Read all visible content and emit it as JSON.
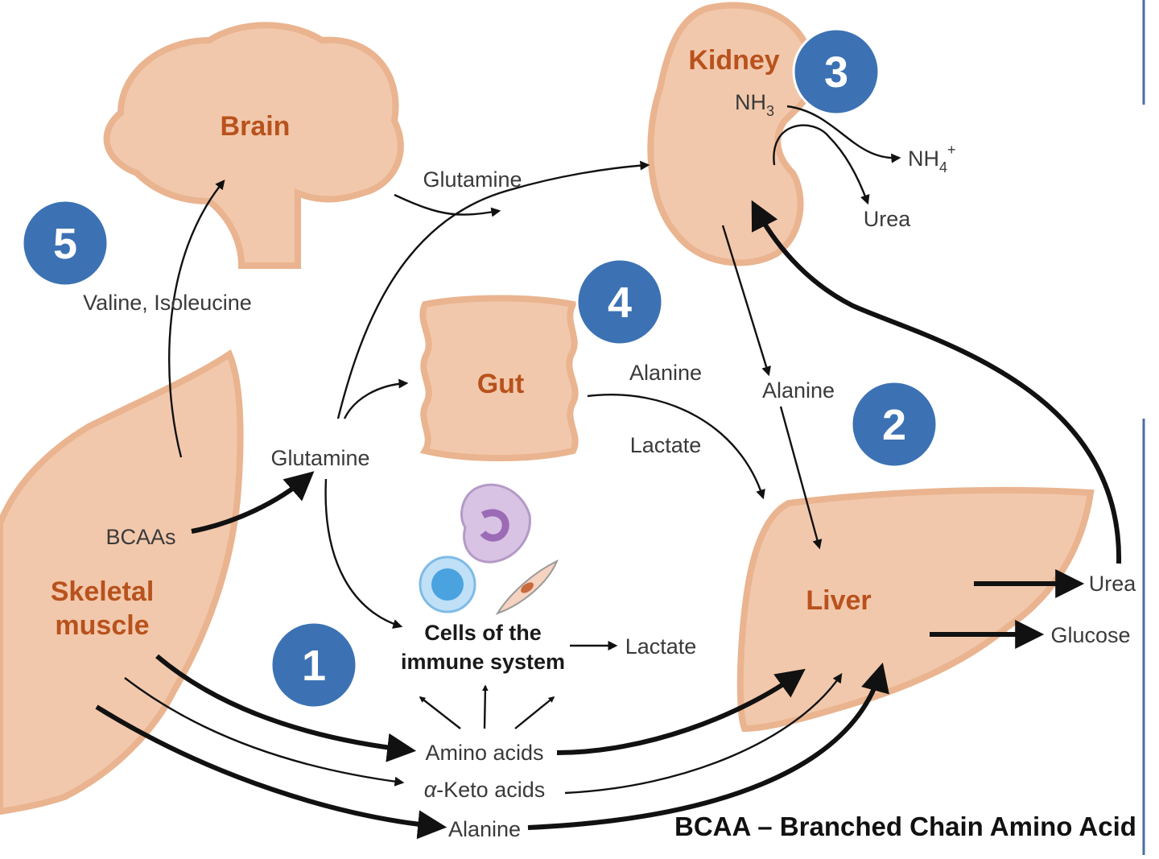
{
  "organs": {
    "brain": "Brain",
    "kidney": "Kidney",
    "gut": "Gut",
    "liver": "Liver",
    "muscle_line1": "Skeletal",
    "muscle_line2": "muscle"
  },
  "labels": {
    "glutamine_top": "Glutamine",
    "glutamine_mid": "Glutamine",
    "valine_isoleucine": "Valine, Isoleucine",
    "bcaas": "BCAAs",
    "nh3": "NH",
    "nh3_sub": "3",
    "nh4": "NH",
    "nh4_sub": "4",
    "nh4_sup": "+",
    "urea_kidney": "Urea",
    "alanine_gut": "Alanine",
    "lactate_gut": "Lactate",
    "alanine_kidney": "Alanine",
    "immune_line1": "Cells of the",
    "immune_line2": "immune system",
    "lactate_immune": "Lactate",
    "urea_liver": "Urea",
    "glucose": "Glucose",
    "amino_acids": "Amino acids",
    "alpha": "α",
    "keto_acids": "-Keto acids",
    "alanine_bottom": "Alanine"
  },
  "badges": [
    "1",
    "2",
    "3",
    "4",
    "5"
  ],
  "caption": "BCAA – Branched Chain Amino Acid",
  "colors": {
    "organ_fill": "#f2c8ac",
    "organ_outline": "#e9b48f",
    "organ_label": "#b8521c",
    "badge": "#3c72b3"
  }
}
